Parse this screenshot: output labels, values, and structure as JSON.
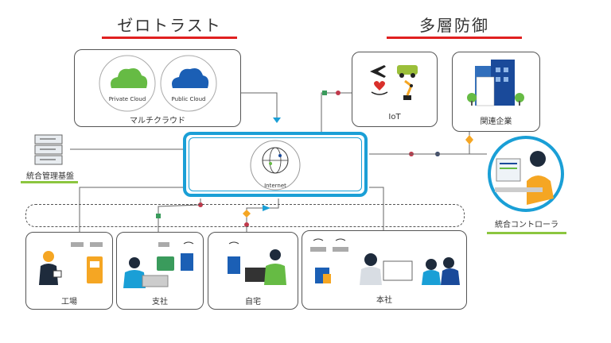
{
  "headings": {
    "zero_trust": "ゼロトラスト",
    "defense_in_depth": "多層防御"
  },
  "cloud": {
    "private": "Private Cloud",
    "public": "Public Cloud",
    "multi_cloud_label": "マルチクラウド"
  },
  "iot": {
    "label": "IoT"
  },
  "partners": {
    "label": "関連企業"
  },
  "management": {
    "label": "統合管理基盤"
  },
  "internet": {
    "label": "Internet"
  },
  "controller": {
    "label": "統合コントローラ"
  },
  "sites": {
    "factory": "工場",
    "branch": "支社",
    "home": "自宅",
    "hq": "本社"
  },
  "colors": {
    "accent_blue": "#1a9fd6",
    "red_bar": "#e02020",
    "green_bar": "#8cc63f",
    "cloud_green": "#66bb44",
    "cloud_blue": "#1b5fb5",
    "line": "#666666"
  }
}
